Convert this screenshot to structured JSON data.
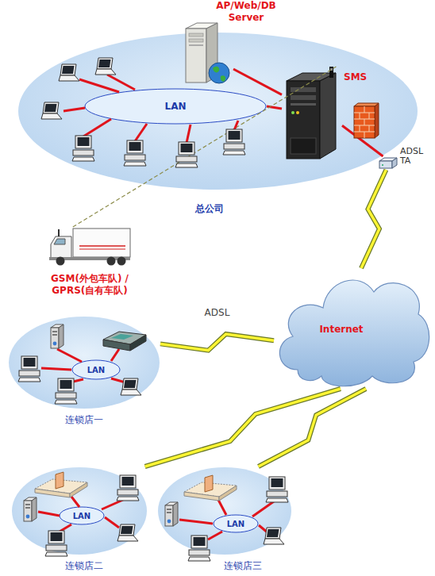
{
  "diagram": {
    "nodes": [
      {
        "text": [
          "总公司"
        ]
      },
      {
        "text": [
          "AP/Web/DB Server"
        ],
        "in": 0
      },
      {
        "text": [
          "LAN"
        ],
        "in": 0
      },
      {
        "text": [
          "SMS"
        ],
        "in": 0
      },
      {
        "text": [
          "ADSL TA"
        ],
        "in": 0
      },
      {
        "text": [
          "GSM(外包车队) / GPRS(自有车队)"
        ]
      },
      {
        "text": [
          "Internet"
        ]
      },
      {
        "text": [
          "连锁店一"
        ]
      },
      {
        "text": [
          "LAN"
        ],
        "in": 7
      },
      {
        "text": [
          "连锁店二"
        ]
      },
      {
        "text": [
          "LAN"
        ],
        "in": 9
      },
      {
        "text": [
          "连锁店三"
        ]
      },
      {
        "text": [
          "LAN"
        ],
        "in": 11
      }
    ],
    "edges": [
      {
        "from": 1,
        "to": 3,
        "arrow": "none"
      },
      {
        "from": 2,
        "to": 3,
        "arrow": "none"
      },
      {
        "from": 3,
        "to": 4,
        "arrow": "none"
      },
      {
        "from": 5,
        "to": 3,
        "arrow": "none"
      },
      {
        "from": 4,
        "to": 6,
        "arrow": "none"
      },
      {
        "from": 7,
        "to": 6,
        "label": "ADSL",
        "arrow": "none"
      },
      {
        "from": 9,
        "to": 6,
        "arrow": "none"
      },
      {
        "from": 11,
        "to": 6,
        "arrow": "none"
      }
    ]
  }
}
